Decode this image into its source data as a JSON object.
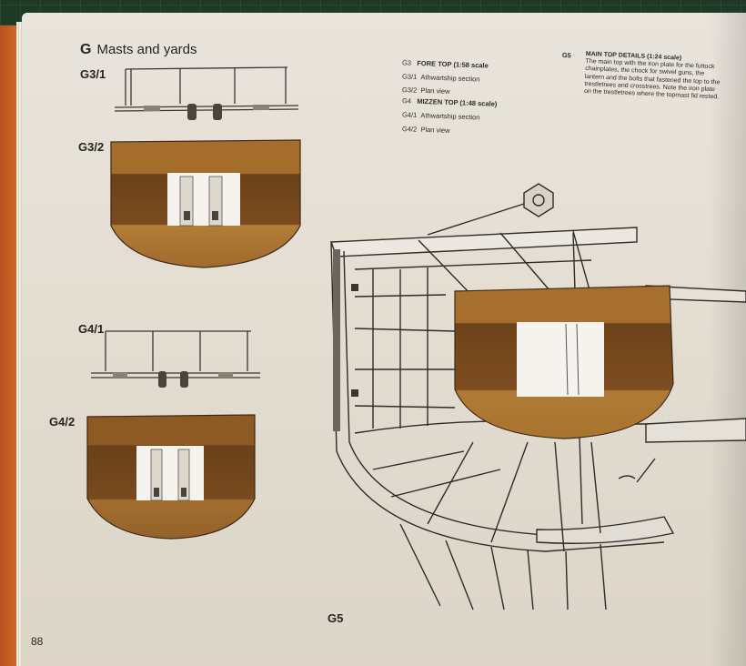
{
  "section": {
    "letter": "G",
    "title": "Masts and yards"
  },
  "figure_labels": {
    "g3_1": "G3/1",
    "g3_2": "G3/2",
    "g4_1": "G4/1",
    "g4_2": "G4/2",
    "g5": "G5"
  },
  "captions": [
    {
      "code": "G3",
      "text": "FORE TOP (1:58 scale"
    },
    {
      "code": "G3/1",
      "text": "Athwartship section"
    },
    {
      "code": "G3/2",
      "text": "Plan view"
    },
    {
      "code": "G4",
      "text": "MIZZEN TOP (1:48 scale)"
    },
    {
      "code": "G4/1",
      "text": "Athwartship section"
    },
    {
      "code": "G4/2",
      "text": "Plan view"
    }
  ],
  "g5_caption": {
    "code": "G5",
    "heading": "MAIN TOP DETAILS (1:24 scale)",
    "body": "The main top with the iron plate for the futtock chainplates, the chock for swivel guns, the lantern and the bolts that fastened the top to the trestletrees and crosstrees. Note the iron plate on the trestletrees where the topmast fid rested."
  },
  "page_number": "88",
  "colors": {
    "wood_light": "#b07a34",
    "wood_dark": "#6e4219",
    "paper": "#e6e0d6",
    "mat": "#1d3a26",
    "cover": "#c9601f"
  }
}
